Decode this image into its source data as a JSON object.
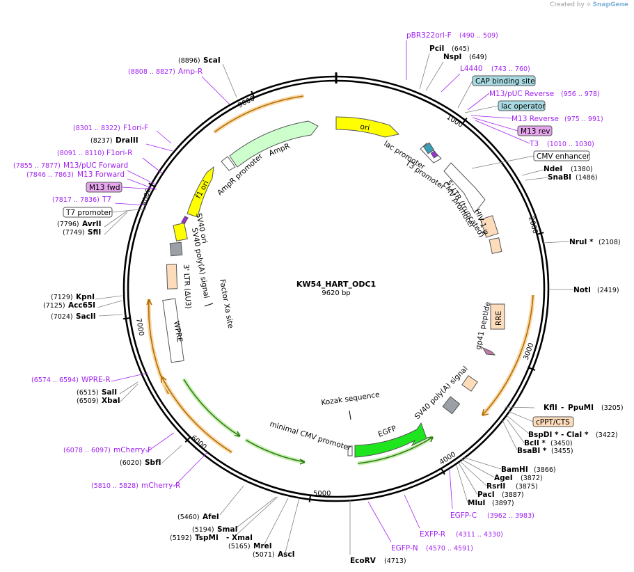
{
  "credit": {
    "created_by": "Created by",
    "brand": "SnapGene"
  },
  "plasmid": {
    "name": "KW54_HART_ODC1",
    "length_label": "9620 bp",
    "length_bp": 9620
  },
  "colors": {
    "purple": "#a020f0",
    "enzyme": "#000000",
    "primer_arrow": "#9b30d0",
    "orange_line": "#d9870f",
    "green_line": "#3a8a1f"
  },
  "tick_labels": [
    "1000",
    "2000",
    "3000",
    "4000",
    "5000",
    "6000",
    "7000",
    "8000",
    "9000"
  ],
  "enzymes": [
    {
      "name": "ScaI",
      "pos": "(8896)"
    },
    {
      "name": "PciI",
      "pos": "(645)"
    },
    {
      "name": "NspI",
      "pos": "(649)"
    },
    {
      "name": "DraIII",
      "pos": "(8237)"
    },
    {
      "name": "NdeI",
      "pos": "(1380)"
    },
    {
      "name": "SnaBI",
      "pos": "(1486)"
    },
    {
      "name": "NruI *",
      "pos": "(2108)"
    },
    {
      "name": "NotI",
      "pos": "(2419)"
    },
    {
      "name": "AvrII",
      "pos": "(7796)"
    },
    {
      "name": "SfiI",
      "pos": "(7749)"
    },
    {
      "name": "KpnI",
      "pos": "(7129)"
    },
    {
      "name": "Acc65I",
      "pos": "(7125)"
    },
    {
      "name": "SacII",
      "pos": "(7024)"
    },
    {
      "name": "SalI",
      "pos": "(6515)"
    },
    {
      "name": "XbaI",
      "pos": "(6509)"
    },
    {
      "name": "SbfI",
      "pos": "(6020)"
    },
    {
      "name": "KflI",
      "pos": ""
    },
    {
      "name": "PpuMI",
      "pos": "(3205)"
    },
    {
      "name": "BspDI *",
      "pos": ""
    },
    {
      "name": "ClaI *",
      "pos": "(3422)"
    },
    {
      "name": "BclI *",
      "pos": "(3450)"
    },
    {
      "name": "BsaBI *",
      "pos": "(3455)"
    },
    {
      "name": "BamHI",
      "pos": "(3866)"
    },
    {
      "name": "AgeI",
      "pos": "(3872)"
    },
    {
      "name": "RsrII",
      "pos": "(3875)"
    },
    {
      "name": "PacI",
      "pos": "(3887)"
    },
    {
      "name": "MluI",
      "pos": "(3897)"
    },
    {
      "name": "AfeI",
      "pos": "(5460)"
    },
    {
      "name": "SmaI",
      "pos": "(5194)"
    },
    {
      "name": "TspMI",
      "pos": "(5192)"
    },
    {
      "name": "XmaI",
      "pos": ""
    },
    {
      "name": "MreI",
      "pos": "(5165)"
    },
    {
      "name": "AscI",
      "pos": "(5071)"
    },
    {
      "name": "EcoRV",
      "pos": "(4713)"
    }
  ],
  "primers": [
    {
      "name": "pBR322ori-F",
      "range": "(490 .. 509)"
    },
    {
      "name": "L4440",
      "range": "(743 .. 760)"
    },
    {
      "name": "M13/pUC Reverse",
      "range": "(956 .. 978)"
    },
    {
      "name": "M13 Reverse",
      "range": "(975 .. 991)"
    },
    {
      "name": "T3",
      "range": "(1010 .. 1030)"
    },
    {
      "name": "Amp-R",
      "range": "(8808 .. 8827)"
    },
    {
      "name": "F1ori-F",
      "range": "(8301 .. 8322)"
    },
    {
      "name": "F1ori-R",
      "range": "(8091 .. 8110)"
    },
    {
      "name": "M13/pUC Forward",
      "range": "(7855 .. 7877)"
    },
    {
      "name": "M13 Forward",
      "range": "(7846 .. 7863)"
    },
    {
      "name": "T7",
      "range": "(7817 .. 7836)"
    },
    {
      "name": "WPRE-R",
      "range": "(6574 .. 6594)"
    },
    {
      "name": "mCherry-F",
      "range": "(6078 .. 6097)"
    },
    {
      "name": "mCherry-R",
      "range": "(5810 .. 5828)"
    },
    {
      "name": "EGFP-C",
      "range": "(3962 .. 3983)"
    },
    {
      "name": "EXFP-R",
      "range": "(4311 .. 4330)"
    },
    {
      "name": "EGFP-N",
      "range": "(4570 .. 4591)"
    }
  ],
  "boxed_features": [
    {
      "name": "CAP binding site"
    },
    {
      "name": "lac operator"
    },
    {
      "name": "M13 rev"
    },
    {
      "name": "CMV enhancer"
    },
    {
      "name": "M13 fwd"
    },
    {
      "name": "T7 promoter"
    },
    {
      "name": "cPPT/CTS"
    }
  ],
  "inner_features": [
    {
      "name": "ori"
    },
    {
      "name": "lac promoter"
    },
    {
      "name": "T3 promoter"
    },
    {
      "name": "CMV promoter"
    },
    {
      "name": "5' LTR (truncated)"
    },
    {
      "name": "HIV-1 ψ"
    },
    {
      "name": "RRE"
    },
    {
      "name": "gp41 peptide"
    },
    {
      "name": "SV40 poly(A) signal"
    },
    {
      "name": "EGFP"
    },
    {
      "name": "Kozak sequence"
    },
    {
      "name": "minimal CMV promoter"
    },
    {
      "name": "WPRE"
    },
    {
      "name": "Factor Xa site"
    },
    {
      "name": "3' LTR (ΔU3)"
    },
    {
      "name": "SV40 poly(A) signal"
    },
    {
      "name": "SV40 ori"
    },
    {
      "name": "f1 ori"
    },
    {
      "name": "AmpR promoter"
    },
    {
      "name": "AmpR"
    }
  ]
}
